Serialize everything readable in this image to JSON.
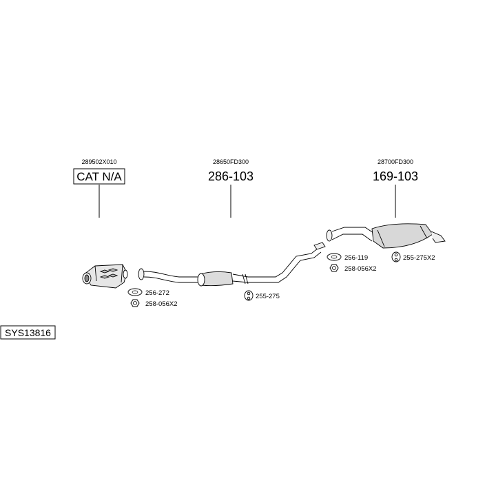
{
  "diagram": {
    "system_code": "SYS13816",
    "sections": [
      {
        "oem_number": "289502X010",
        "part_label": "CAT N/A"
      },
      {
        "oem_number": "28650FD300",
        "part_label": "286-103"
      },
      {
        "oem_number": "28700FD300",
        "part_label": "169-103"
      }
    ],
    "fittings": [
      {
        "code": "256-272",
        "icon": "gasket-icon"
      },
      {
        "code": "258-056X2",
        "icon": "hex-nut-icon"
      },
      {
        "code": "255-275",
        "icon": "rubber-hanger-icon"
      },
      {
        "code": "256-119",
        "icon": "gasket-icon"
      },
      {
        "code": "258-056X2",
        "icon": "hex-nut-icon"
      },
      {
        "code": "255-275X2",
        "icon": "rubber-hanger-icon"
      }
    ]
  }
}
